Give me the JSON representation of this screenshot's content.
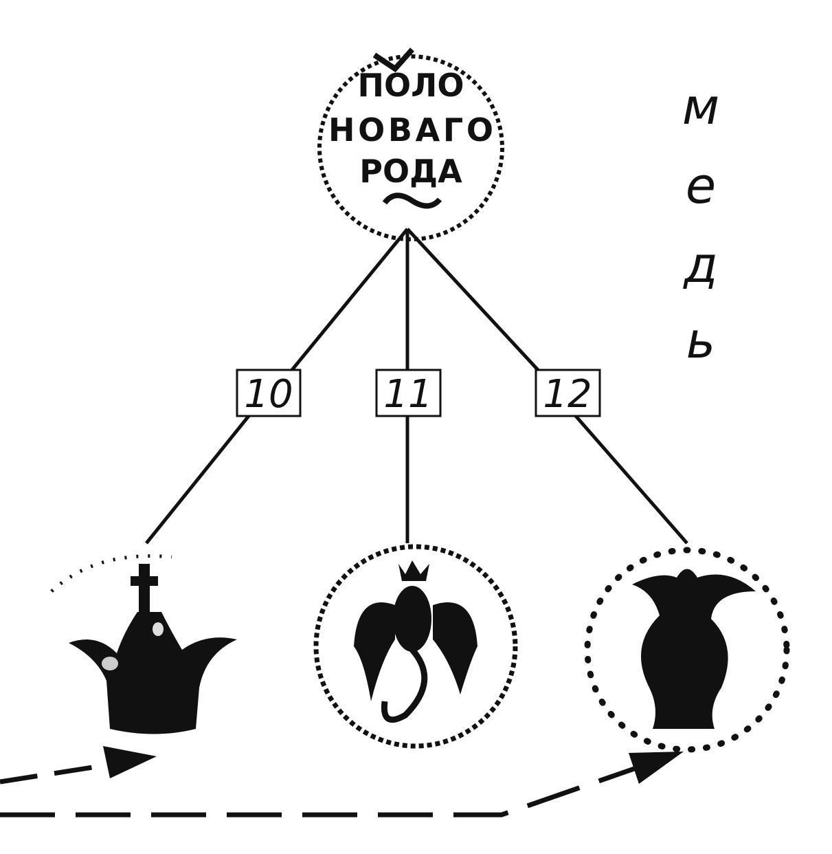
{
  "top_coin": {
    "lines": [
      "ПОЛО",
      "НОВАГО",
      "РОДА"
    ]
  },
  "metal_label": [
    "м",
    "е",
    "д",
    "ь"
  ],
  "branches": [
    {
      "label": "10",
      "item": "crown"
    },
    {
      "label": "11",
      "item": "eagle-coin"
    },
    {
      "label": "12",
      "item": "vase-coin"
    }
  ]
}
